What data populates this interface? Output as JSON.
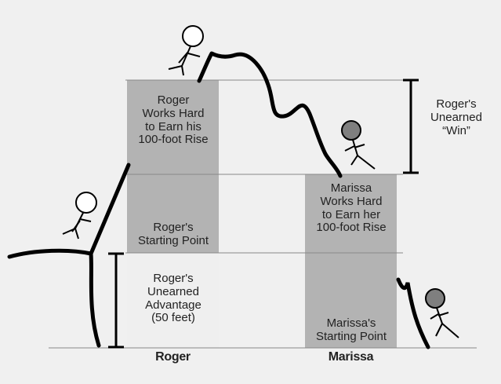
{
  "labels": {
    "roger_work": "Roger\nWorks Hard\nto Earn his\n100-foot Rise",
    "roger_start": "Roger's\nStarting Point",
    "roger_advantage": "Roger's\nUnearned\nAdvantage\n(50 feet)",
    "marissa_work": "Marissa\nWorks Hard\nto Earn her\n100-foot Rise",
    "marissa_start": "Marissa's\nStarting Point",
    "roger_win": "Roger's\nUnearned\n“Win”",
    "roger_name": "Roger",
    "marissa_name": "Marissa"
  },
  "colors": {
    "background": "#f0f0f0",
    "box_gray": "#b3b3b3",
    "box_light": "#efefef",
    "ink": "#000000",
    "marissa_head": "#7f7f7f"
  }
}
